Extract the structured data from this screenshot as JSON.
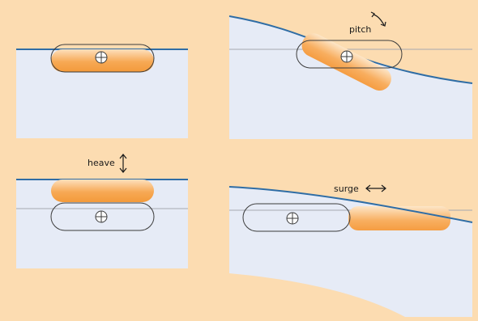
{
  "labels": {
    "pitch": "pitch",
    "heave": "heave",
    "surge": "surge"
  },
  "colors": {
    "background": "#fcdcb1",
    "water": "#e6ebf6",
    "water_line": "#2f6da5",
    "reference_line": "#a6a9b0",
    "float_fill_dark": "#f39a3a",
    "float_fill_light": "#fdd6a6",
    "outline": "#3b3b3b"
  },
  "icons": {
    "pitch": "curved-double-arrow-icon",
    "heave": "vertical-double-arrow-icon",
    "surge": "horizontal-double-arrow-icon",
    "center": "circle-crosshair-icon"
  }
}
